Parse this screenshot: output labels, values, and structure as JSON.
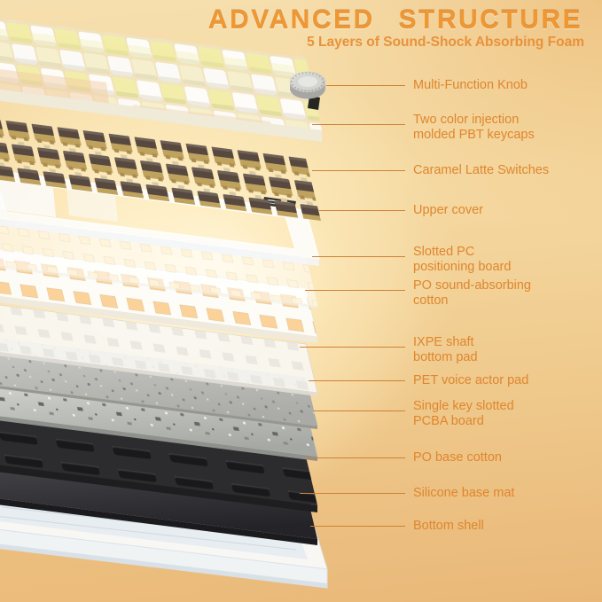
{
  "header": {
    "title": "ADVANCED STRUCTURE",
    "subtitle": "5 Layers of Sound-Shock Absorbing Foam"
  },
  "labels": {
    "items": [
      {
        "text": "Multi-Function Knob"
      },
      {
        "text": "Two color injection\nmolded PBT keycaps"
      },
      {
        "text": "Caramel Latte Switches"
      },
      {
        "text": "Upper cover"
      },
      {
        "text": "Slotted PC\npositioning board"
      },
      {
        "text": "PO sound-absorbing\ncotton"
      },
      {
        "text": "IXPE shaft\nbottom pad"
      },
      {
        "text": "PET voice actor pad"
      },
      {
        "text": "Single key slotted\nPCBA board"
      },
      {
        "text": "PO base cotton"
      },
      {
        "text": "Silicone base mat"
      },
      {
        "text": "Bottom shell"
      }
    ]
  },
  "diagram": {
    "type": "exploded keyboard layer stack",
    "layers": [
      "multi-function-knob",
      "pbt-keycaps",
      "caramel-latte-switches",
      "upper-cover",
      "pc-positioning-board",
      "po-sound-absorbing-cotton",
      "ixpe-shaft-bottom-pad",
      "pet-voice-actor-pad",
      "pcba-board",
      "po-base-cotton",
      "silicone-base-mat",
      "bottom-shell"
    ]
  },
  "colors": {
    "accent_text": "#df862e",
    "leader_line": "#cf8136",
    "title": "#ee9733",
    "background_glow": "#fff6da",
    "background_edge": "#e9b878",
    "switch_top": "#57493f",
    "switch_base": "#c0a25f",
    "foam_hole_glow": "#fad29a"
  }
}
